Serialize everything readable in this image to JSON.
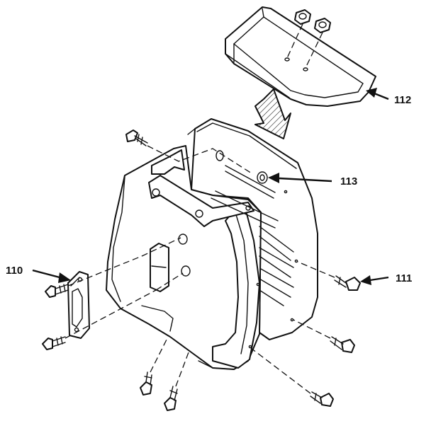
{
  "callouts": {
    "part_110": "110",
    "part_111": "111",
    "part_112": "112",
    "part_113": "113"
  },
  "colors": {
    "line": "#111111",
    "background": "#ffffff"
  }
}
